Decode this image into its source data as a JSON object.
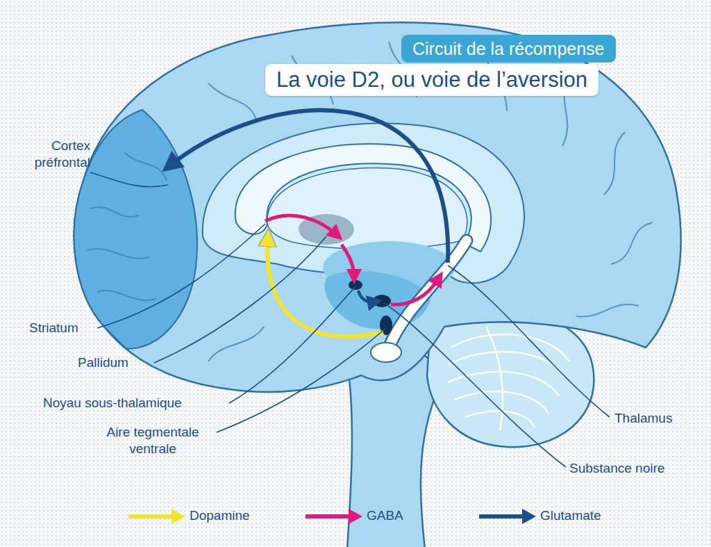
{
  "diagram": {
    "title": "Circuit de la récompense",
    "labels": [
      "La voie D2, ou voie de l’aversion",
      "Cortex préfrontal",
      "Striatum",
      "Pallidum",
      "Noyau sous-thalamique",
      "Aire tegmentale ventrale",
      "Thalamus",
      "Substance noire"
    ],
    "legend": [
      {
        "text": "Dopamine",
        "color": "#f2e52a"
      },
      {
        "text": "GABA",
        "color": "#e0197d"
      },
      {
        "text": "Glutamate",
        "color": "#1d4e89"
      }
    ]
  }
}
